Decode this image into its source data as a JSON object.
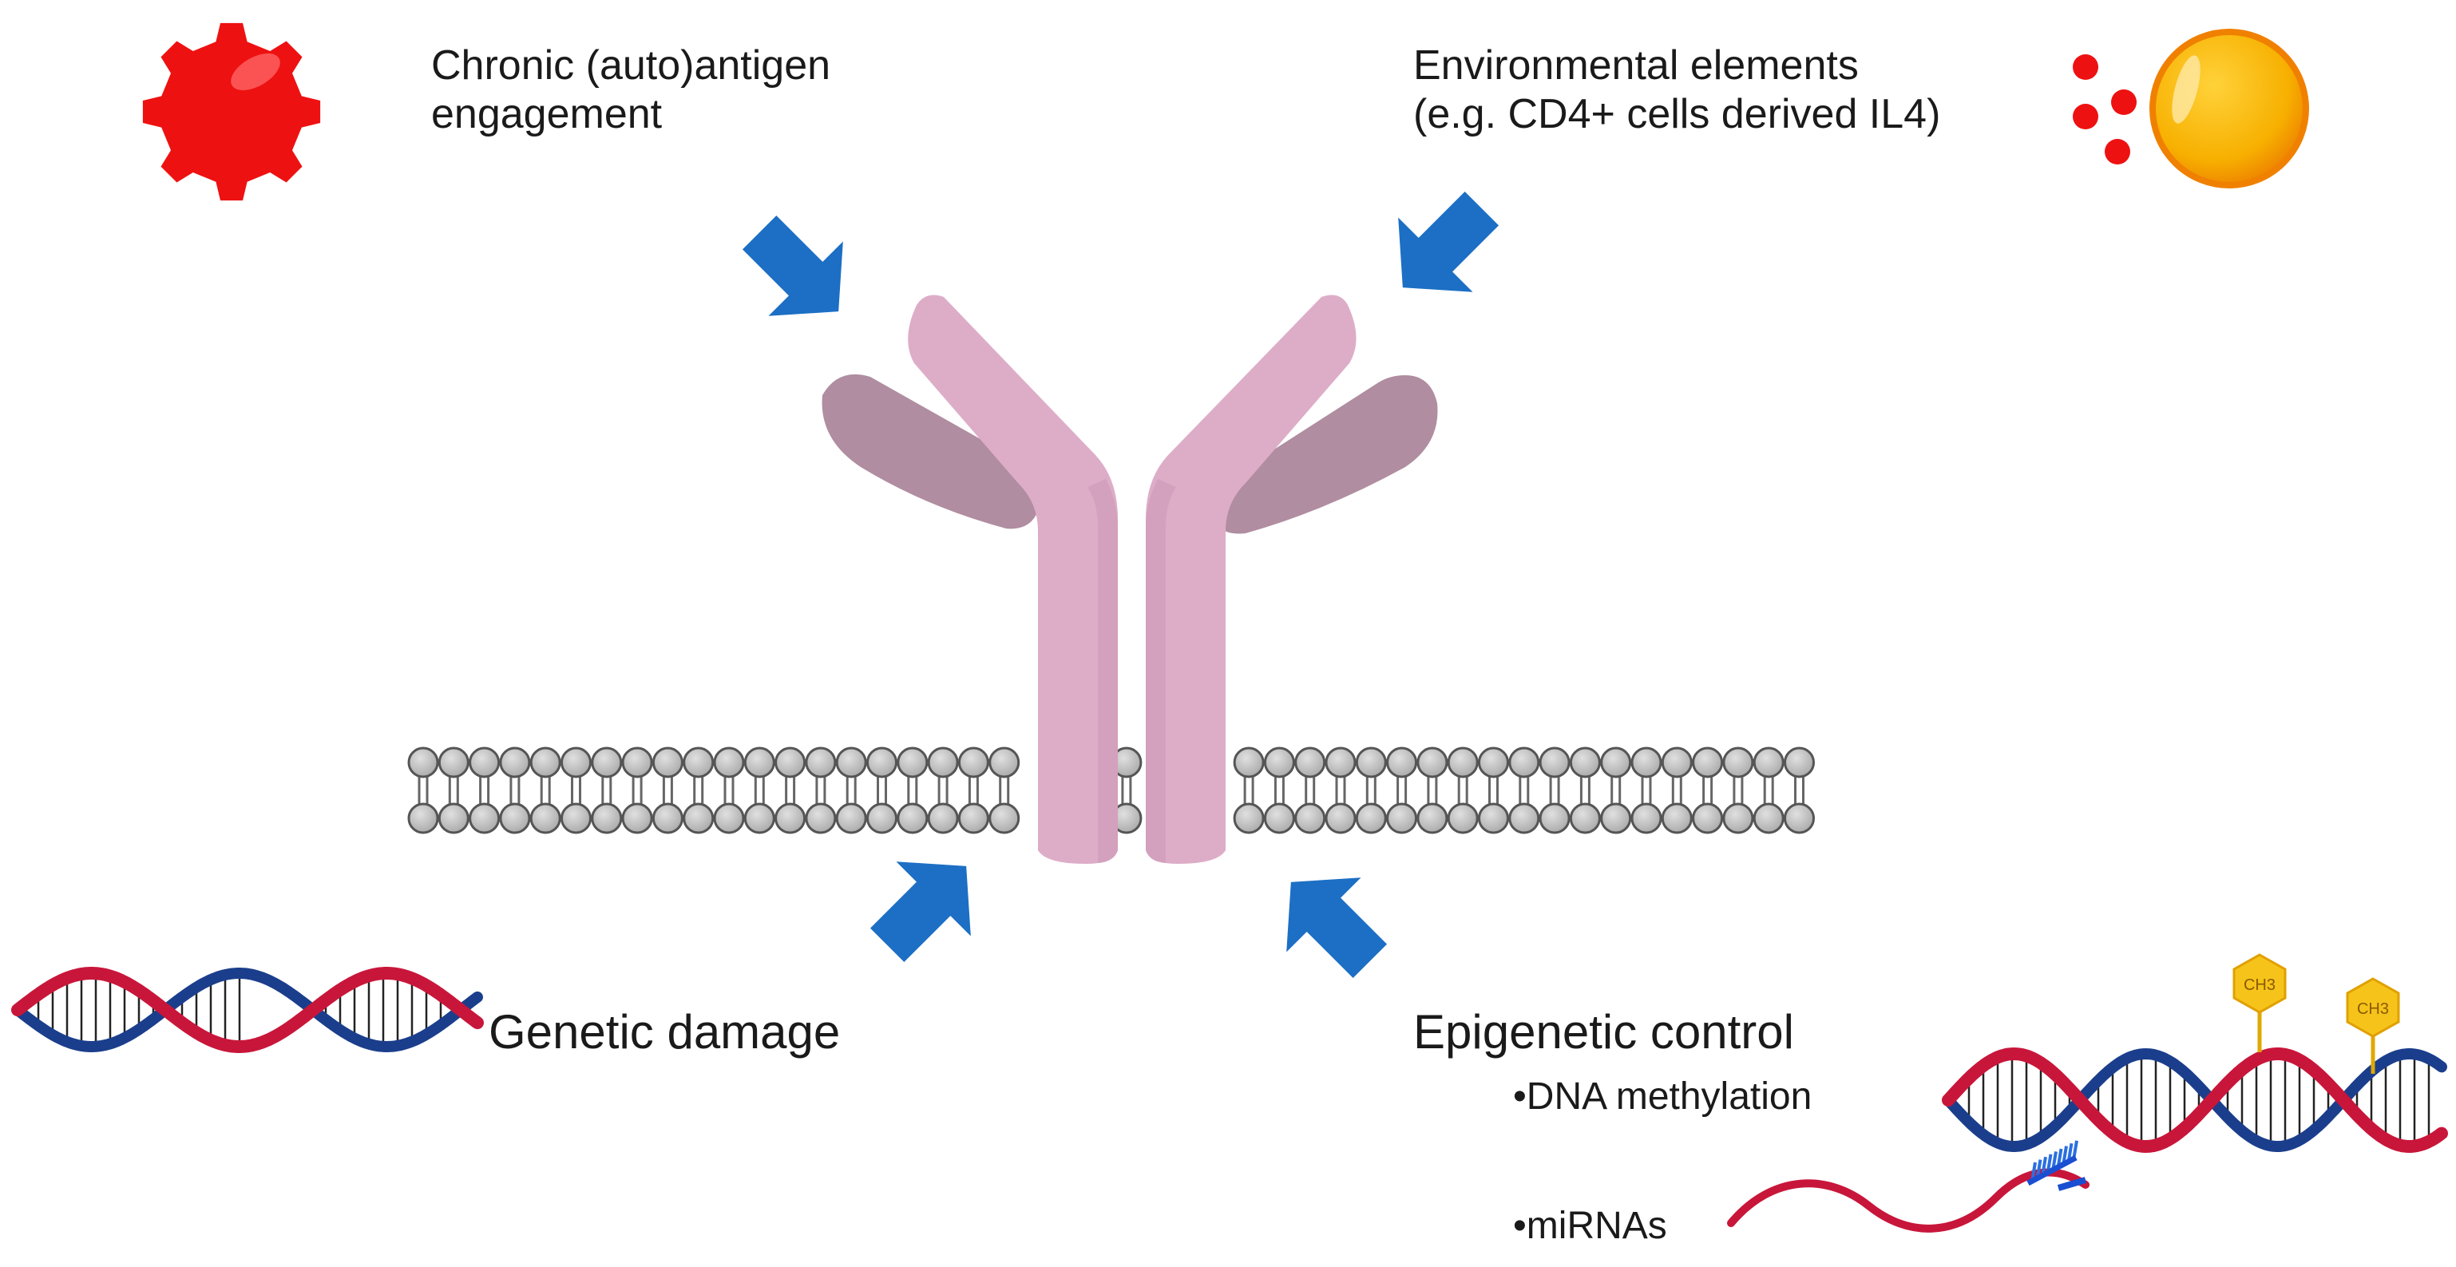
{
  "labels": {
    "antigen_line1": "Chronic (auto)antigen",
    "antigen_line2": "engagement",
    "environment_line1": "Environmental elements",
    "environment_line2": "(e.g. CD4+ cells derived IL4)",
    "genetic": "Genetic damage",
    "epigenetic": "Epigenetic control",
    "dna_methylation": "•DNA methylation",
    "mirnas": "•miRNAs",
    "methyl_tag_1": "CH3",
    "methyl_tag_2": "CH3"
  },
  "colors": {
    "arrow": "#1c6fc4",
    "receptor_light": "#ddadc8",
    "receptor_dark": "#b08da0",
    "membrane_head": "#bdbdbd",
    "antigen": "#ee1111",
    "cell": "#f5a500",
    "cytokine": "#ee1111",
    "dna_red": "#c8163a",
    "dna_blue": "#1b3e8c",
    "methyl_tag": "#f6c31a"
  },
  "icons": [
    "antigen-gear-icon",
    "cytokine-dots-icon",
    "cell-sphere-icon",
    "dna-helix-icon",
    "methylated-dna-icon",
    "mirna-strand-icon",
    "arrow-icon",
    "bcr-receptor-icon",
    "cell-membrane-icon"
  ]
}
